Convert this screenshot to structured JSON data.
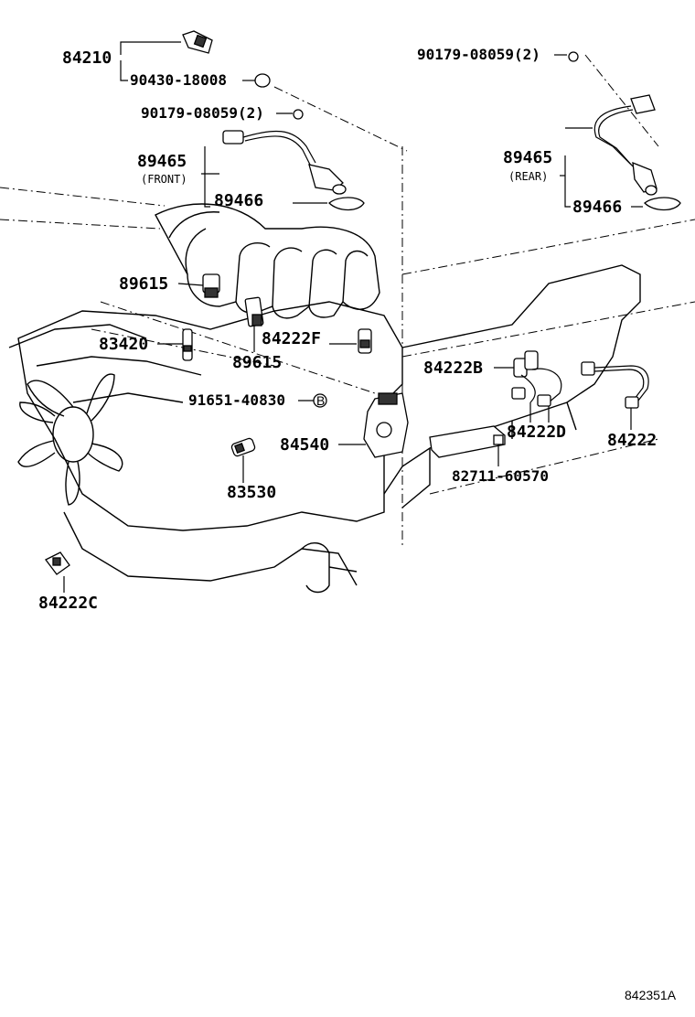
{
  "labels": {
    "p84210": "84210",
    "p90430": "90430-18008",
    "p90179_left": "90179-08059(2)",
    "p89465_front": "89465",
    "front_note": "(FRONT)",
    "p89466_left": "89466",
    "p90179_right": "90179-08059(2)",
    "p89465_rear": "89465",
    "rear_note": "(REAR)",
    "p89466_right": "89466",
    "p89615_top": "89615",
    "p89615_bottom": "89615",
    "p83420": "83420",
    "p84222F": "84222F",
    "p84222B": "84222B",
    "p91651": "91651-40830",
    "p84540": "84540",
    "p84222D": "84222D",
    "p84222": "84222",
    "p82711": "82711-60570",
    "p83530": "83530",
    "p84222C": "84222C",
    "circle_mark": "B"
  },
  "diagram_ref": "842351A"
}
